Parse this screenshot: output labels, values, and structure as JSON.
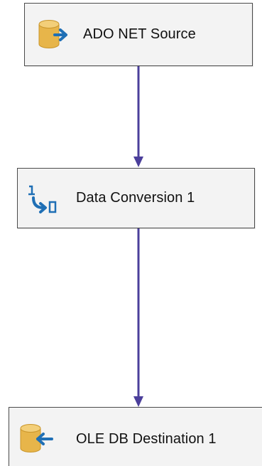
{
  "dataflow": {
    "components": [
      {
        "label": "ADO NET Source",
        "icon": "database-outgoing-icon"
      },
      {
        "label": "Data Conversion 1",
        "icon": "data-conversion-icon"
      },
      {
        "label": "OLE DB Destination 1",
        "icon": "database-incoming-icon"
      }
    ],
    "connector_color": "#4b3f9b"
  }
}
